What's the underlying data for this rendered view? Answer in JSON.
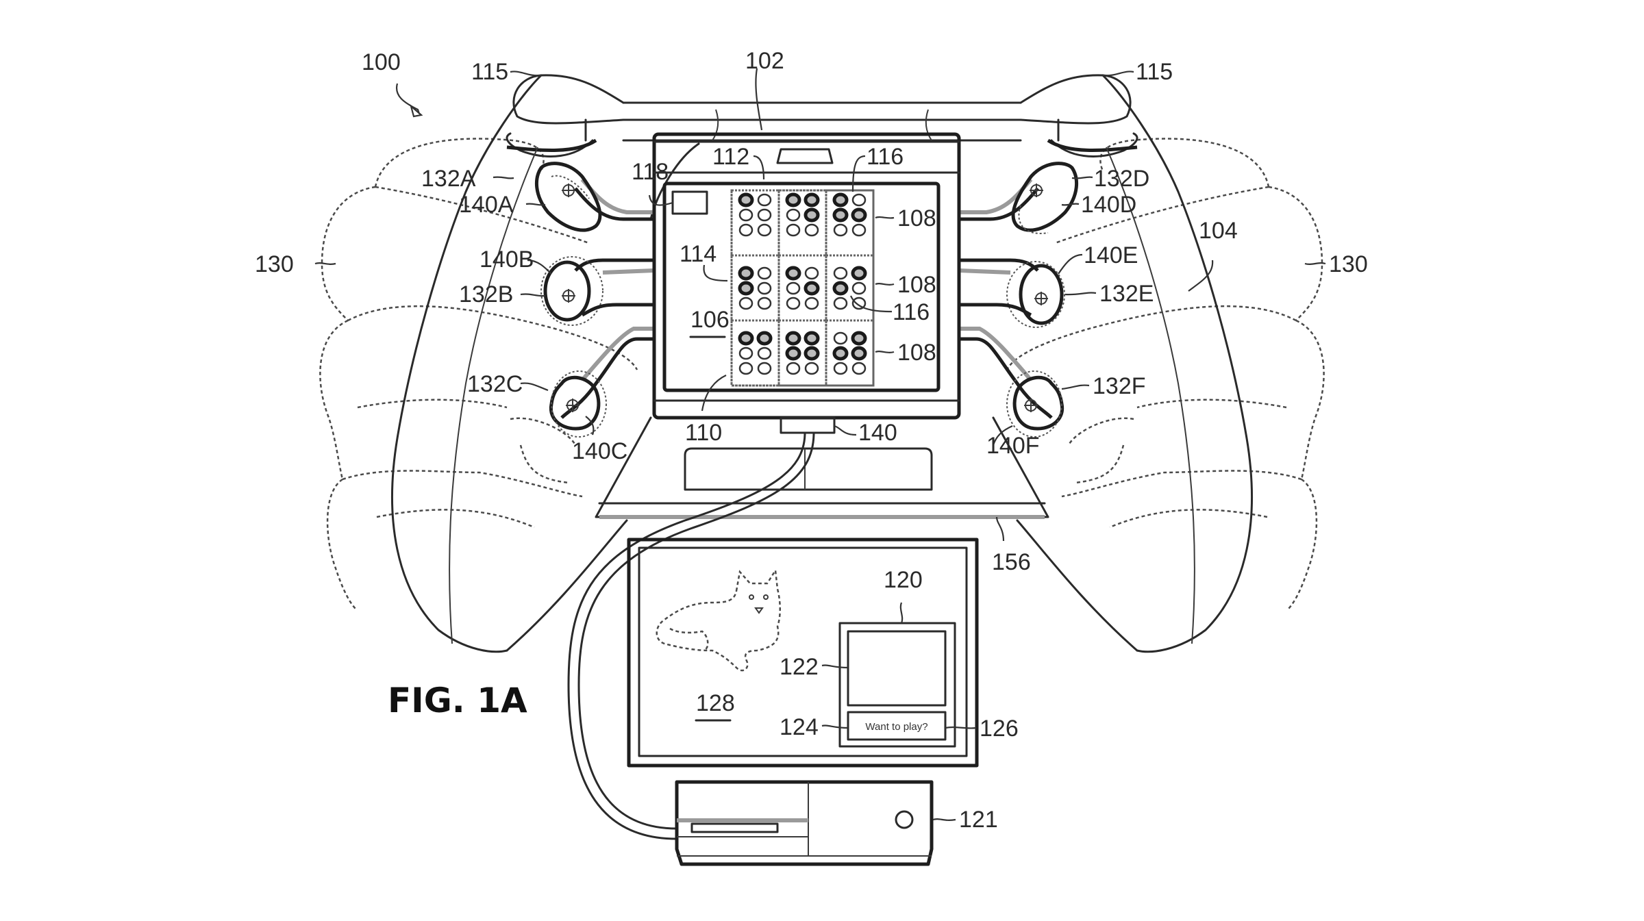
{
  "figure": {
    "title": "FIG. 1A",
    "reference_numerals": {
      "system": "100",
      "braille_display_device": "102",
      "controller": "104",
      "display_surface": "106",
      "braille_rows": [
        "108",
        "108",
        "108"
      ],
      "braille_area": "110",
      "braille_cell": "112",
      "cell_group": "114",
      "pins_top": "116",
      "pins_mid": "116",
      "indicator": "118",
      "popup_window": "120",
      "console": "121",
      "popup_image": "122",
      "popup_text_box": "124",
      "popup_text_label": "126",
      "tv_screen": "128",
      "hands": [
        "130",
        "130"
      ],
      "bumpers": [
        "115",
        "115"
      ],
      "buttons": [
        "132A",
        "132B",
        "132C",
        "132D",
        "132E",
        "132F"
      ],
      "connectors": [
        "140A",
        "140B",
        "140C",
        "140D",
        "140E",
        "140F"
      ],
      "cable_connector": "140",
      "mount": "156"
    },
    "popup_message": "Want to play?",
    "braille_cells": [
      [
        [
          [
            1,
            0
          ],
          [
            0,
            0
          ],
          [
            0,
            0
          ]
        ],
        [
          [
            1,
            1
          ],
          [
            0,
            1
          ],
          [
            0,
            0
          ]
        ],
        [
          [
            1,
            0
          ],
          [
            1,
            1
          ],
          [
            0,
            0
          ]
        ]
      ],
      [
        [
          [
            1,
            0
          ],
          [
            1,
            0
          ],
          [
            0,
            0
          ]
        ],
        [
          [
            1,
            0
          ],
          [
            0,
            1
          ],
          [
            0,
            0
          ]
        ],
        [
          [
            0,
            1
          ],
          [
            1,
            0
          ],
          [
            0,
            0
          ]
        ]
      ],
      [
        [
          [
            1,
            1
          ],
          [
            0,
            0
          ],
          [
            0,
            0
          ]
        ],
        [
          [
            1,
            1
          ],
          [
            1,
            1
          ],
          [
            0,
            0
          ]
        ],
        [
          [
            0,
            1
          ],
          [
            1,
            1
          ],
          [
            0,
            0
          ]
        ]
      ]
    ]
  }
}
